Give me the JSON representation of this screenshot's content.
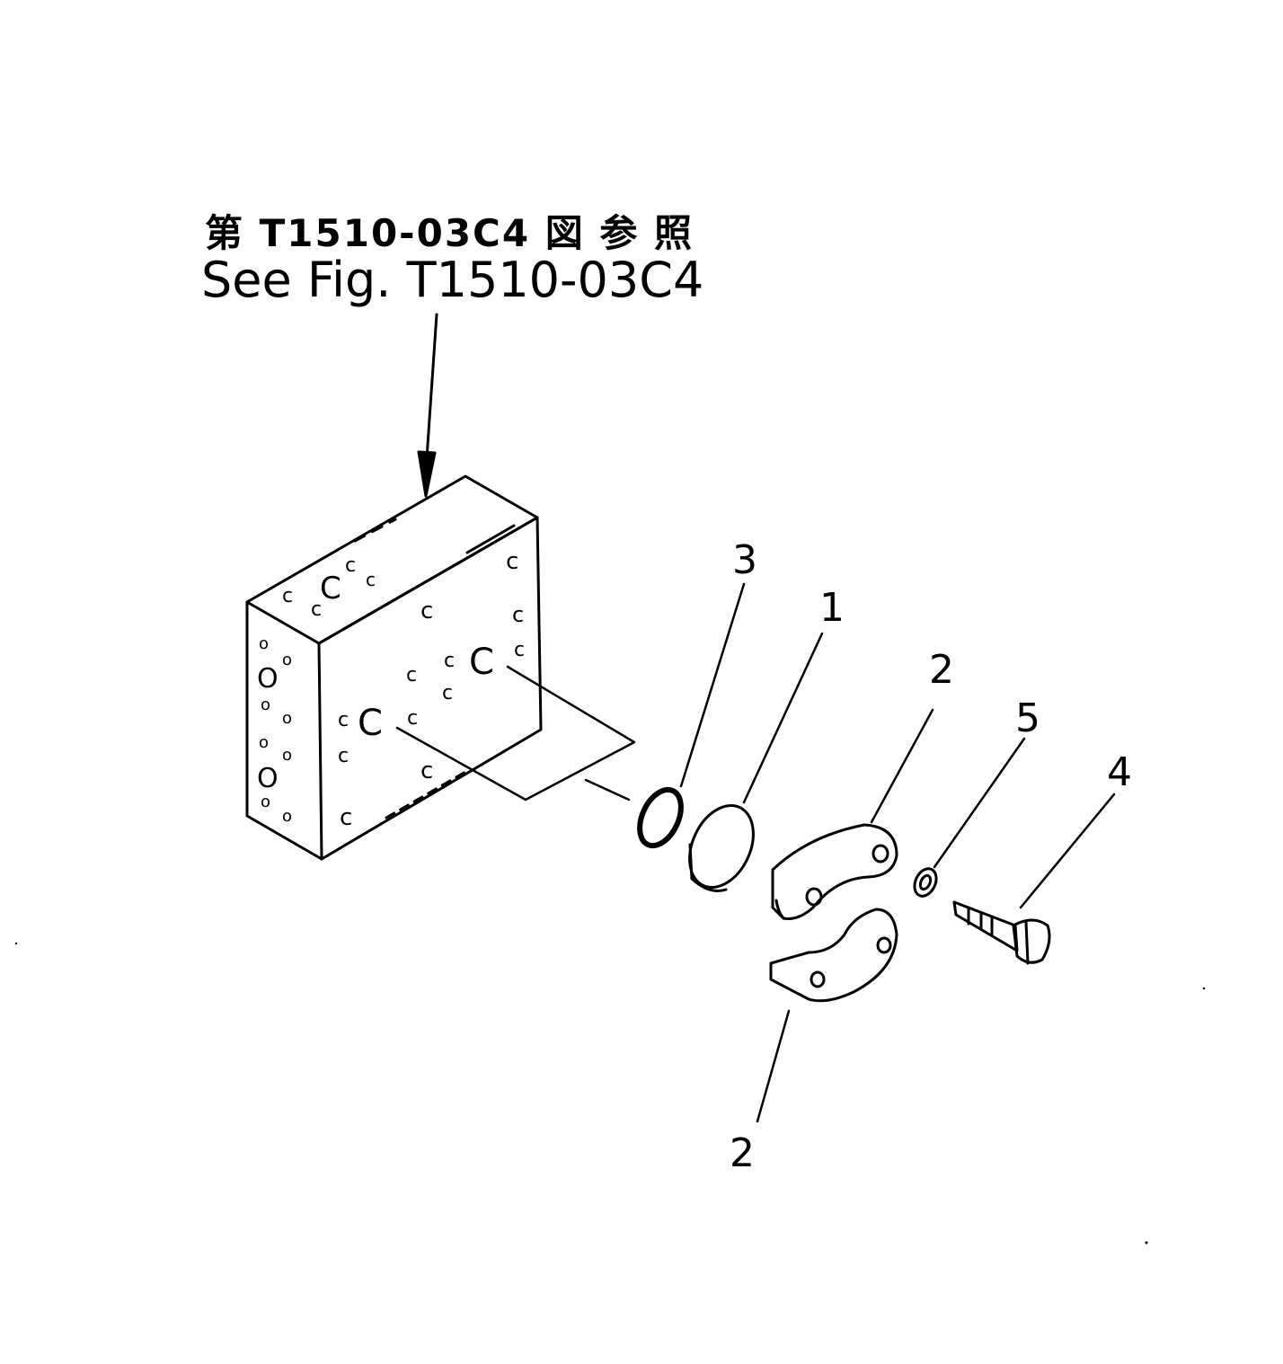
{
  "reference": {
    "japanese": "第 T1510-03C4 図 参 照",
    "english": "See Fig. T1510-03C4"
  },
  "callouts": [
    {
      "id": "o-ring",
      "label": "3"
    },
    {
      "id": "cover",
      "label": "1"
    },
    {
      "id": "flange-half-top",
      "label": "2"
    },
    {
      "id": "washer",
      "label": "5"
    },
    {
      "id": "bolt",
      "label": "4"
    },
    {
      "id": "flange-half-bottom",
      "label": "2"
    }
  ],
  "colors": {
    "ink": "#000000",
    "paper": "#ffffff"
  }
}
